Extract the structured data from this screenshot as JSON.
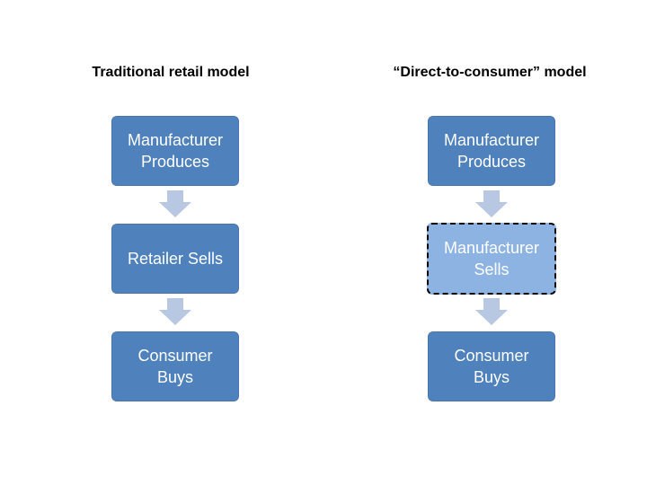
{
  "colors": {
    "box": "#4f81bd",
    "box_highlight": "#8db3e2",
    "arrow": "#b8c8e3",
    "text": "#ffffff",
    "title": "#000000"
  },
  "left": {
    "title": "Traditional retail model",
    "boxes": [
      {
        "label": "Manufacturer\nProduces"
      },
      {
        "label": "Retailer Sells"
      },
      {
        "label": "Consumer\nBuys"
      }
    ]
  },
  "right": {
    "title": "“Direct-to-consumer” model",
    "boxes": [
      {
        "label": "Manufacturer\nProduces"
      },
      {
        "label": "Manufacturer\nSells",
        "highlighted": true
      },
      {
        "label": "Consumer\nBuys"
      }
    ]
  }
}
